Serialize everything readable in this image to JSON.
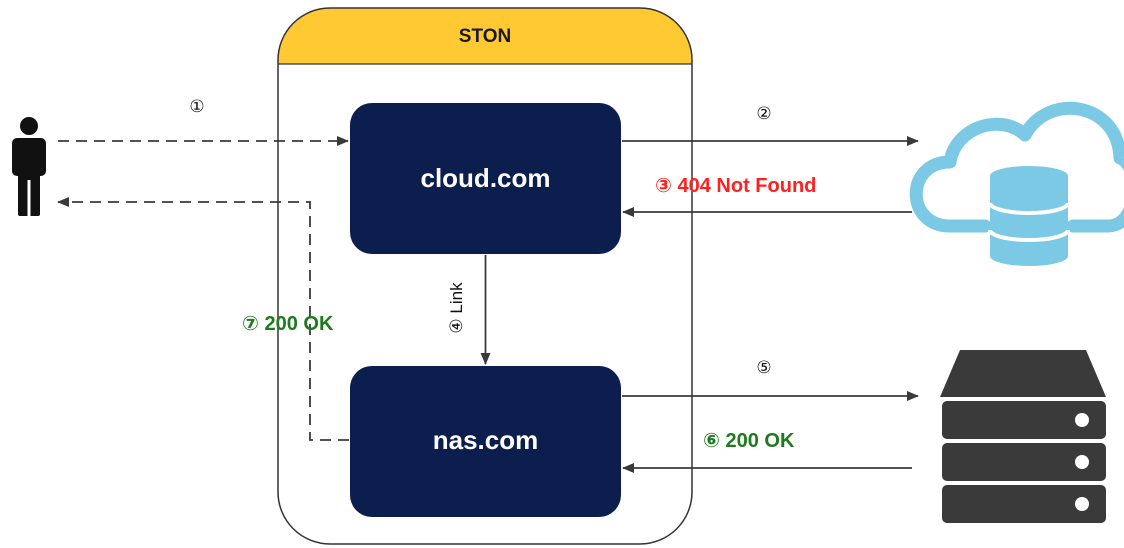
{
  "container": {
    "title": "STON"
  },
  "nodes": {
    "primary": "cloud.com",
    "secondary": "nas.com"
  },
  "steps": {
    "s1": "①",
    "s2": "②",
    "s3": "③ 404 Not Found",
    "s4": "④ Link",
    "s5": "⑤",
    "s6": "⑥ 200 OK",
    "s7": "⑦ 200 OK"
  },
  "icons": {
    "client": "person-icon",
    "origin_cloud": "cloud-database-icon",
    "origin_nas": "server-icon"
  },
  "colors": {
    "container_header": "#ffc933",
    "node_fill": "#0c1e4e",
    "error_text": "#ff2020",
    "ok_text": "#1e7a1e",
    "cloud_icon": "#7cc9e6",
    "server_icon": "#3a3a3a"
  }
}
